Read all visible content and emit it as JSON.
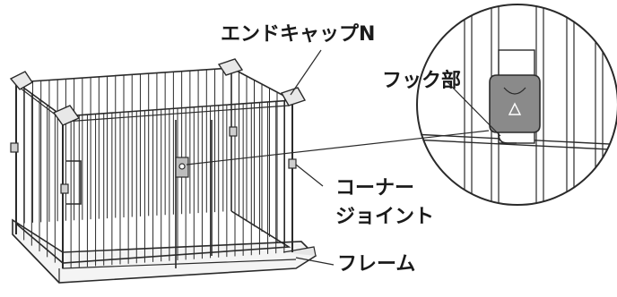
{
  "labels": {
    "end_cap": "エンドキャップN",
    "hook": "フック部",
    "corner_joint_line1": "コーナー",
    "corner_joint_line2": "ジョイント",
    "frame": "フレーム"
  },
  "colors": {
    "line": "#2a2a2a",
    "cap_fill": "#e8e8e8",
    "hook_fill": "#8a8a8a",
    "background": "#ffffff"
  }
}
